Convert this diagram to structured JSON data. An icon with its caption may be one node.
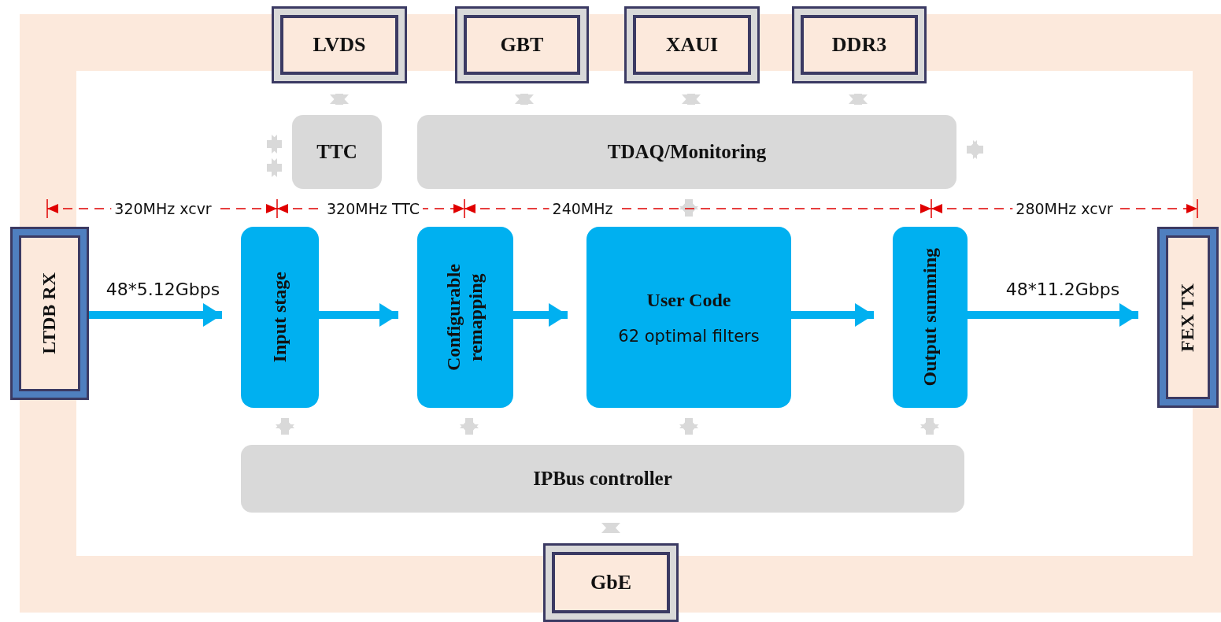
{
  "diagram": {
    "nodes": [
      {
        "text": [
          "LVDS"
        ]
      },
      {
        "text": [
          "GBT"
        ]
      },
      {
        "text": [
          "XAUI"
        ]
      },
      {
        "text": [
          "DDR3"
        ]
      },
      {
        "text": [
          "TTC"
        ]
      },
      {
        "text": [
          "TDAQ/Monitoring"
        ]
      },
      {
        "text": [
          "LTDB RX"
        ]
      },
      {
        "text": [
          "Input stage"
        ]
      },
      {
        "text": [
          "Configurable remapping"
        ]
      },
      {
        "text": [
          "User Code",
          "62 optimal filters"
        ]
      },
      {
        "text": [
          "Output summing"
        ]
      },
      {
        "text": [
          "FEX TX"
        ]
      },
      {
        "text": [
          "IPBus controller"
        ]
      },
      {
        "text": [
          "GbE"
        ]
      }
    ],
    "edges": [
      {
        "from": 0,
        "to": 4,
        "arrow": "both"
      },
      {
        "from": 1,
        "to": 5,
        "arrow": "both"
      },
      {
        "from": 2,
        "to": 5,
        "arrow": "both"
      },
      {
        "from": 3,
        "to": 5,
        "arrow": "both"
      },
      {
        "from": null,
        "to": 4,
        "arrow": "both"
      },
      {
        "from": null,
        "to": 4,
        "arrow": "both"
      },
      {
        "from": 5,
        "to": null,
        "arrow": "both"
      },
      {
        "from": 5,
        "to": 9,
        "arrow": "both"
      },
      {
        "from": 6,
        "to": 7,
        "arrow": "to",
        "label": "48*5.12Gbps",
        "color": "#00b0f0"
      },
      {
        "from": 7,
        "to": 8,
        "arrow": "to",
        "color": "#00b0f0"
      },
      {
        "from": 8,
        "to": 9,
        "arrow": "to",
        "color": "#00b0f0"
      },
      {
        "from": 9,
        "to": 10,
        "arrow": "to",
        "color": "#00b0f0"
      },
      {
        "from": 10,
        "to": 11,
        "arrow": "to",
        "label": "48*11.2Gbps",
        "color": "#00b0f0"
      },
      {
        "from": 7,
        "to": 12,
        "arrow": "both"
      },
      {
        "from": 8,
        "to": 12,
        "arrow": "both"
      },
      {
        "from": 9,
        "to": 12,
        "arrow": "both"
      },
      {
        "from": 10,
        "to": 12,
        "arrow": "both"
      },
      {
        "from": 12,
        "to": 13,
        "arrow": "both"
      }
    ],
    "labels": [
      "320MHz xcvr",
      "320MHz TTC",
      "240MHz",
      "280MHz xcvr"
    ]
  }
}
